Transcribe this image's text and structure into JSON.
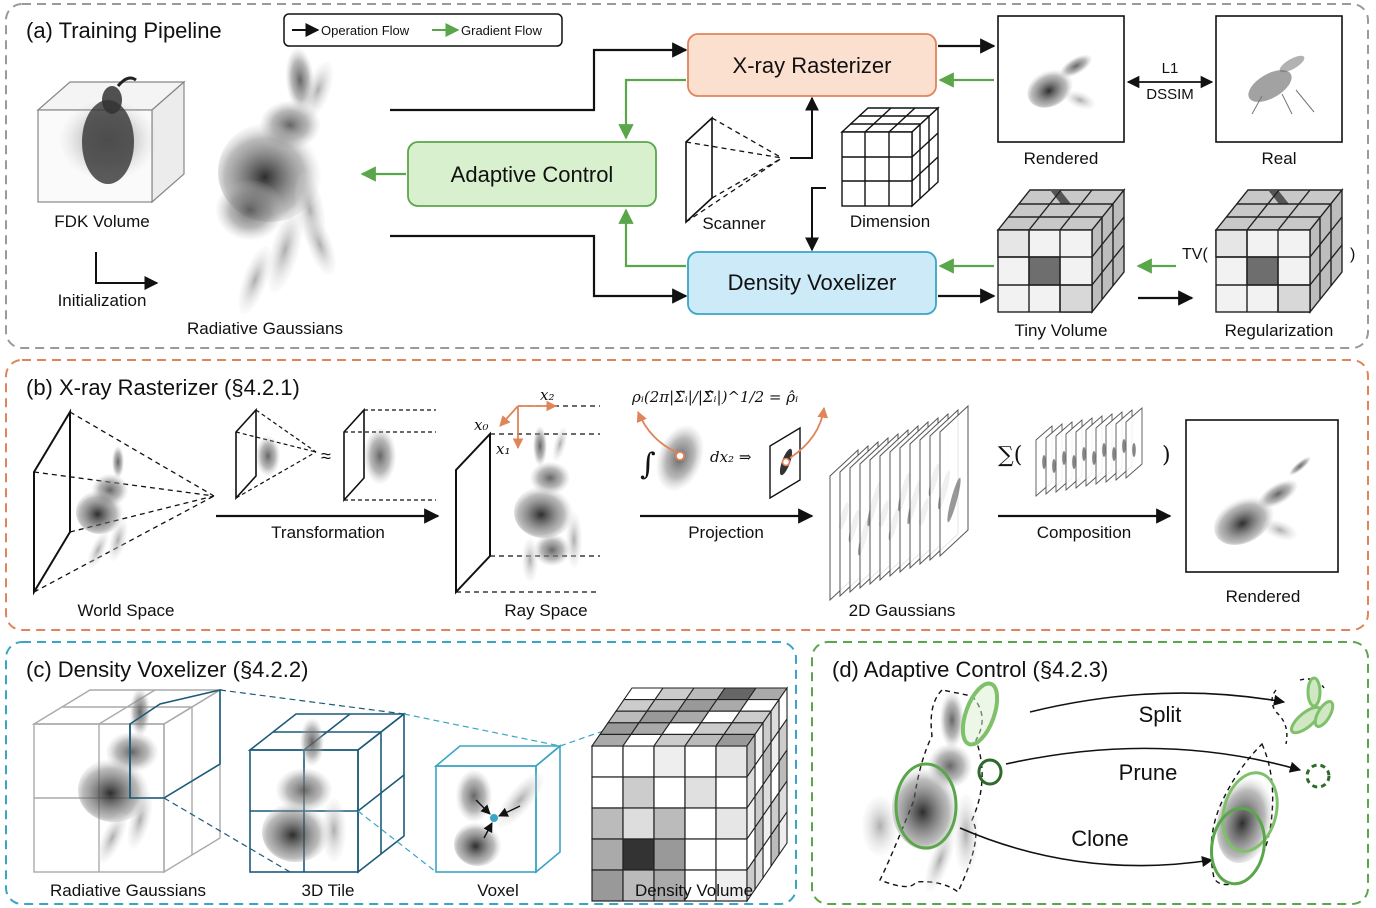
{
  "panels": {
    "a": {
      "title": "(a) Training Pipeline",
      "color": "#9a9a9a"
    },
    "b": {
      "title": "(b) X-ray Rasterizer (§4.2.1)",
      "color": "#e0845a"
    },
    "c": {
      "title": "(c) Density Voxelizer (§4.2.2)",
      "color": "#3aa5c4"
    },
    "d": {
      "title": "(d) Adaptive Control (§4.2.3)",
      "color": "#5aa64a"
    }
  },
  "legend": {
    "operation": "Operation Flow",
    "gradient": "Gradient Flow"
  },
  "a": {
    "fdk_volume": "FDK Volume",
    "initialization": "Initialization",
    "radiative_gaussians": "Radiative Gaussians",
    "adaptive_control": "Adaptive Control",
    "xray_rasterizer": "X-ray Rasterizer",
    "density_voxelizer": "Density Voxelizer",
    "scanner": "Scanner",
    "dimension": "Dimension",
    "rendered": "Rendered",
    "real": "Real",
    "loss_l1": "L1",
    "loss_dssim": "DSSIM",
    "tiny_volume": "Tiny Volume",
    "regularization": "Regularization",
    "tv_open": "TV(",
    "tv_close": ")"
  },
  "b": {
    "world_space": "World Space",
    "transformation": "Transformation",
    "approx": "≈",
    "ray_space": "Ray Space",
    "x0": "x₀",
    "x1": "x₁",
    "x2": "x₂",
    "formula": "ρᵢ(2π|Σ̃ᵢ|/|Σ̂ᵢ|)^1/2 = ρ̂ᵢ",
    "integral": "∫",
    "dx2": "dx₂ ⇒",
    "projection": "Projection",
    "gaussians_2d": "2D Gaussians",
    "sum_open": "∑(",
    "sum_close": ")",
    "composition": "Composition",
    "rendered": "Rendered"
  },
  "c": {
    "radiative_gaussians": "Radiative Gaussians",
    "tile_3d": "3D Tile",
    "voxel": "Voxel",
    "density_volume": "Density Volume"
  },
  "d": {
    "split": "Split",
    "prune": "Prune",
    "clone": "Clone"
  },
  "colors": {
    "operation": "#111111",
    "gradient": "#5aa64a",
    "rasterizer_fill": "#fbe0d0",
    "rasterizer_stroke": "#e0845a",
    "voxelizer_fill": "#cdeaf8",
    "voxelizer_stroke": "#3aa5c4",
    "adaptive_fill": "#d9f0cf",
    "adaptive_stroke": "#5aa64a"
  }
}
